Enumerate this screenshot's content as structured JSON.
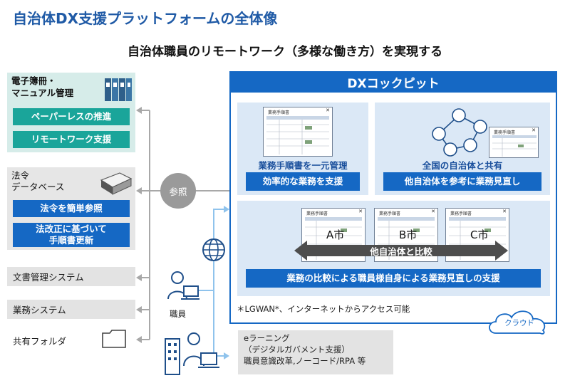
{
  "title": "自治体DX支援プラットフォームの全体像",
  "subtitle": "自治体職員のリモートワーク（多様な働き方）を実現する",
  "left": {
    "manual": {
      "heading_l1": "電子簿冊・",
      "heading_l2": "マニュアル管理",
      "btn1": "ペーパーレスの推進",
      "btn2": "リモートワーク支援"
    },
    "law": {
      "heading_l1": "法令",
      "heading_l2": "データベース",
      "btn1": "法令を簡単参照",
      "btn2_l1": "法改正に基づいて",
      "btn2_l2": "手順書更新"
    },
    "docmgmt": "文書管理システム",
    "business": "業務システム",
    "shared": "共有フォルダ"
  },
  "reference": "参照",
  "staff_label": "職員",
  "cockpit": {
    "title": "DXコックピット",
    "panel1": {
      "caption": "業務手順書を一元管理",
      "button": "効率的な業務を支援",
      "doc_title": "業務手順書"
    },
    "panel2": {
      "caption": "全国の自治体と共有",
      "button": "他自治体を参考に業務見直し",
      "doc_title": "業務手順書"
    },
    "panel3": {
      "cities": [
        "A市",
        "B市",
        "C市"
      ],
      "doc_title": "業務手順書",
      "arrow": "他自治体と比較",
      "button": "業務の比較による職員様自身による業務見直しの支援"
    },
    "note": "＊LGWAN*、インターネットからアクセス可能",
    "cloud": "クラウド"
  },
  "elearning": {
    "l1": "eラーニング",
    "l2": "（デジタルガバメント支援）",
    "l3": "職員意識改革,ノーコード/RPA 等"
  },
  "colors": {
    "brand_blue": "#1568c4",
    "teal": "#1aa59a",
    "title_blue": "#1f5aa6"
  }
}
